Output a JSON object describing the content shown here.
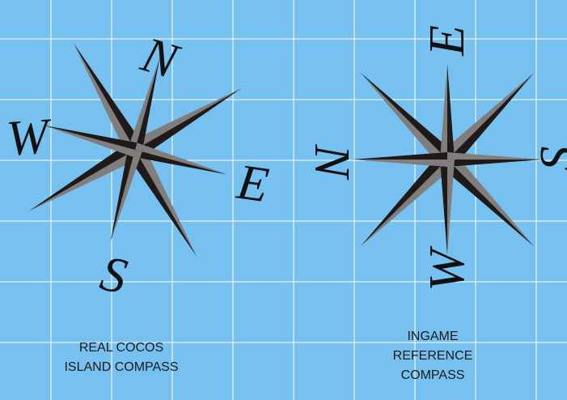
{
  "left_compass": {
    "letters": {
      "north": "N",
      "east": "E",
      "south": "S",
      "west": "W"
    },
    "caption": {
      "line1": "REAL COCOS",
      "line2": "ISLAND COMPASS"
    }
  },
  "right_compass": {
    "letters": {
      "north": "N",
      "east": "E",
      "south": "S",
      "west": "W"
    },
    "caption": {
      "line1": "INGAME",
      "line2": "REFERENCE",
      "line3": "COMPASS"
    }
  },
  "colors": {
    "background": "#77c1f1",
    "grid": "#ffffff",
    "star_dark": "#1f1a17",
    "star_light": "#807d7c"
  }
}
